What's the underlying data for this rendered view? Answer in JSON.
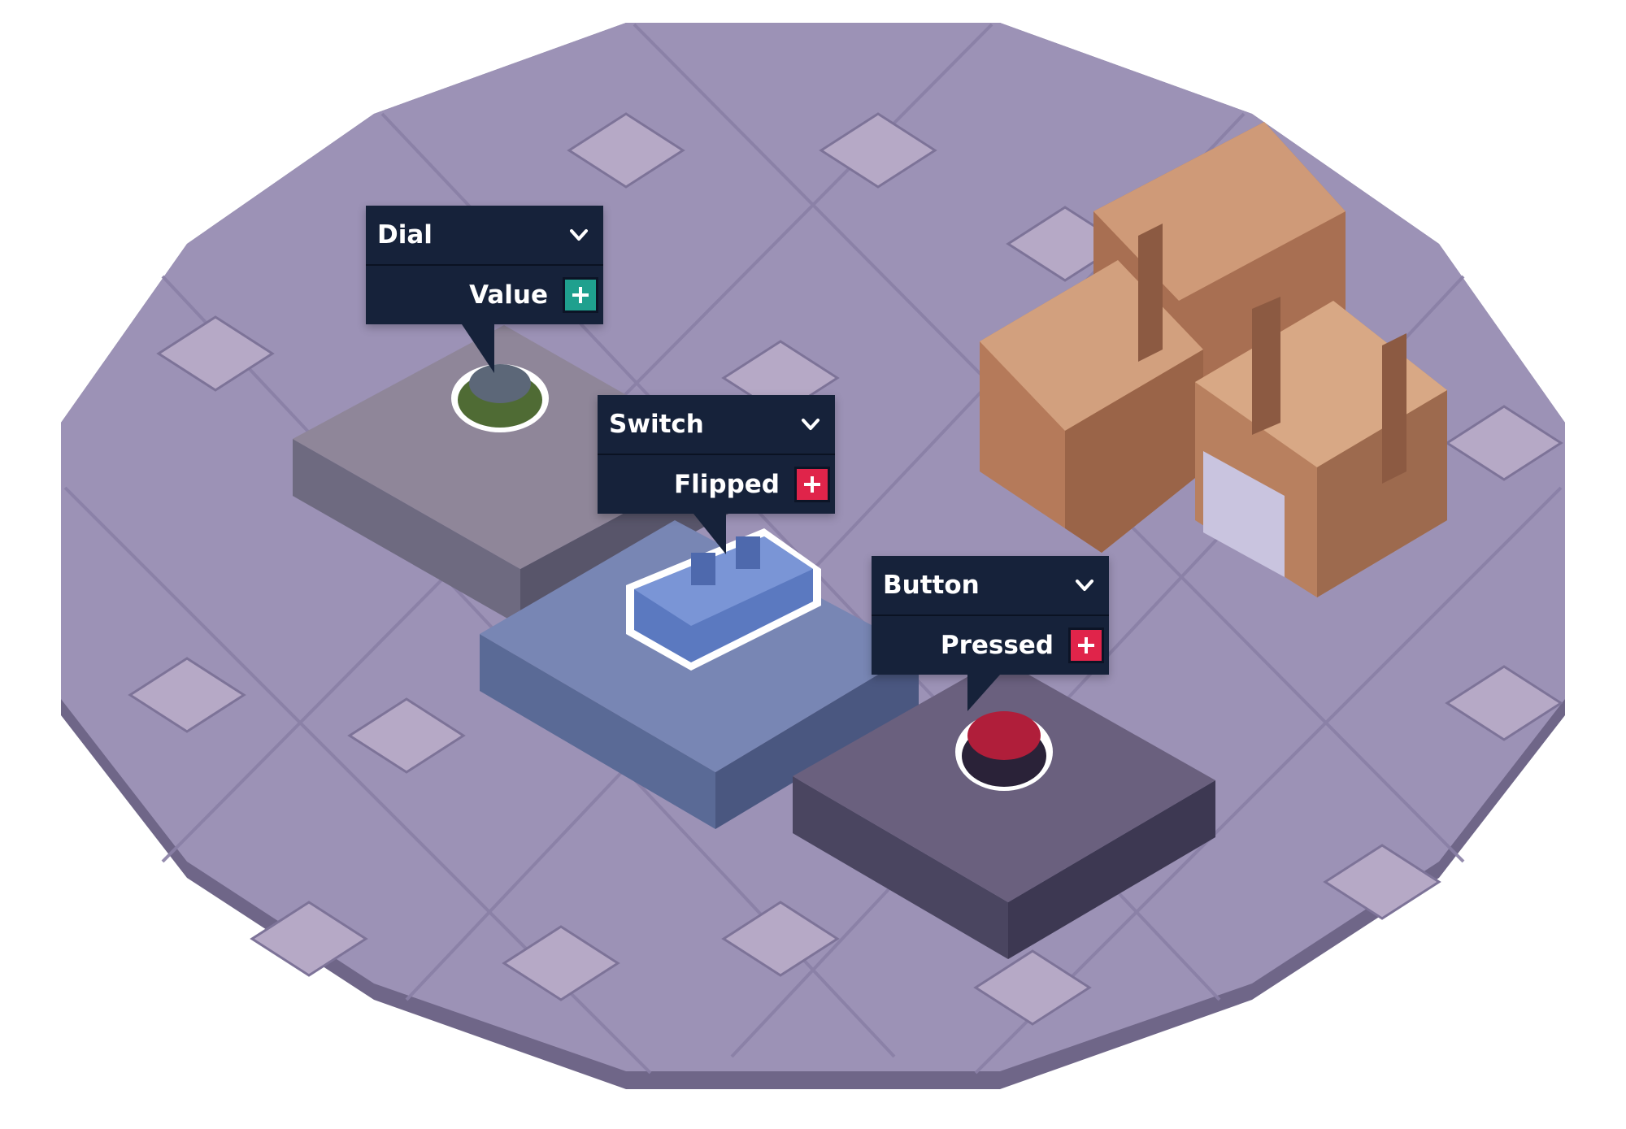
{
  "nodes": [
    {
      "title": "Dial",
      "port": "Value",
      "port_color": "#1fa08e",
      "target": "dial"
    },
    {
      "title": "Switch",
      "port": "Flipped",
      "port_color": "#e0244a",
      "target": "switch"
    },
    {
      "title": "Button",
      "port": "Pressed",
      "port_color": "#e0244a",
      "target": "button"
    }
  ],
  "colors": {
    "floor": "#9c92b6",
    "floor_edge": "#6f6688",
    "panel_node": "#16223a",
    "dial_cap": "#5c6778",
    "switch_body": "#5b79c0",
    "button_cap": "#b01e3a",
    "crate": "#c48a66"
  },
  "icons": {
    "dropdown": "chevron-down-icon",
    "add": "plus-icon"
  }
}
